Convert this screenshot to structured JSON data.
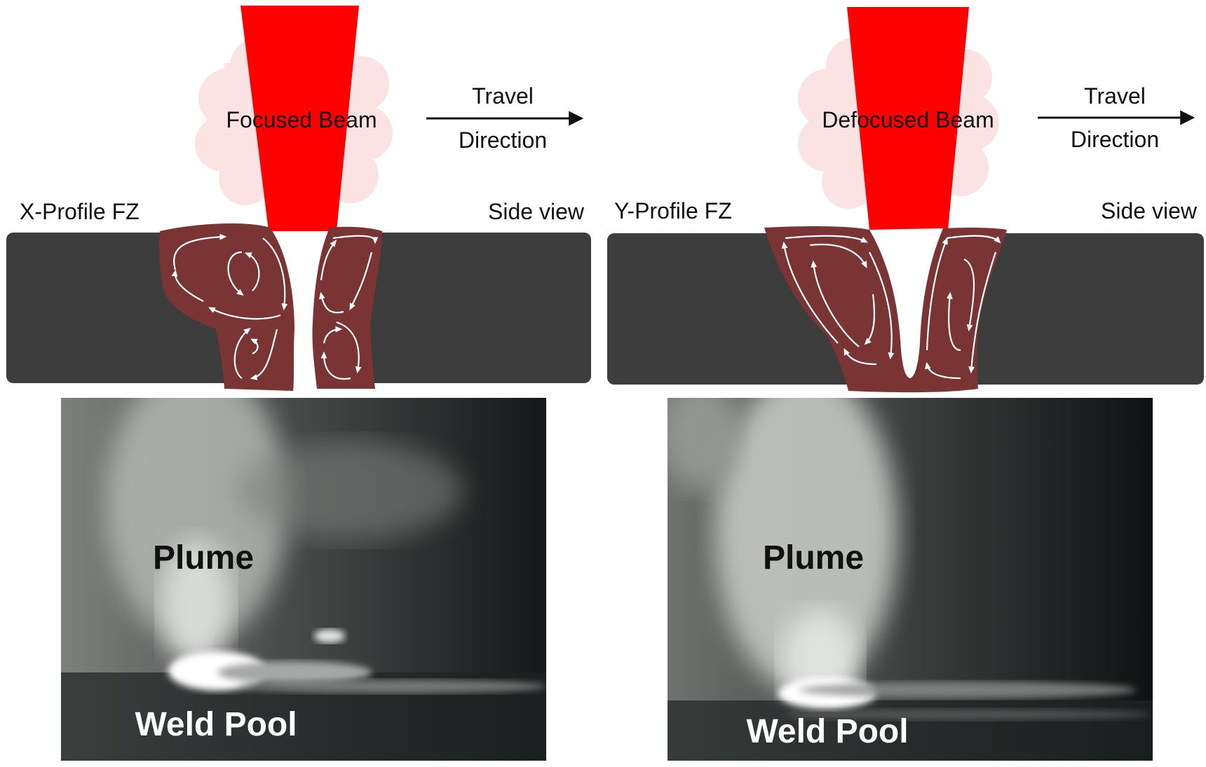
{
  "panels": [
    {
      "beam_label": "Focused Beam",
      "travel_line1": "Travel",
      "travel_line2": "Direction",
      "profile_label": "X-Profile FZ",
      "view_label": "Side view",
      "plume_label": "Plume",
      "pool_label": "Weld Pool"
    },
    {
      "beam_label": "Defocused Beam",
      "travel_line1": "Travel",
      "travel_line2": "Direction",
      "profile_label": "Y-Profile FZ",
      "view_label": "Side view",
      "plume_label": "Plume",
      "pool_label": "Weld Pool"
    }
  ],
  "colors": {
    "beam": "#ff0000",
    "plume_glow": "#fbe3e3",
    "workpiece": "#3d3d3d",
    "fusion_zone": "#7a3434",
    "flow_arrows": "#ffffff"
  }
}
